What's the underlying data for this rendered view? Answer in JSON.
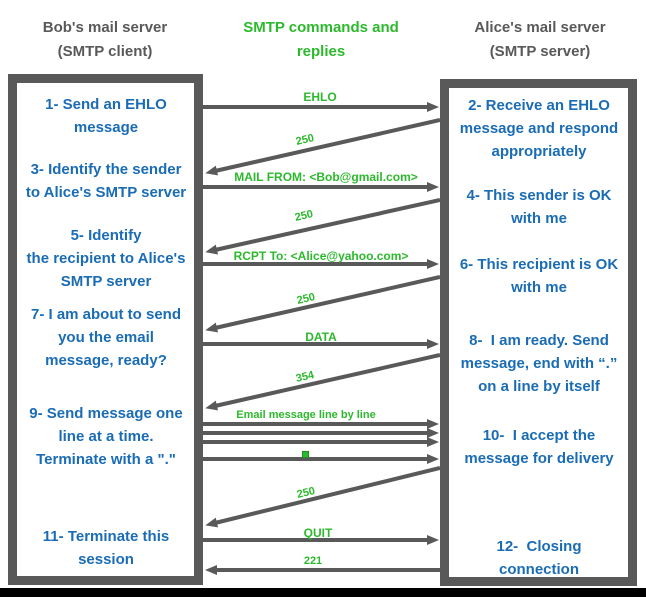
{
  "headers": {
    "left": [
      "Bob's mail server",
      "(SMTP client)"
    ],
    "center": [
      "SMTP commands and",
      "replies"
    ],
    "right": [
      "Alice's mail server",
      "(SMTP server)"
    ]
  },
  "client_box": {
    "steps": [
      {
        "lines": [
          "1- Send an EHLO",
          "message"
        ]
      },
      {
        "lines": [
          "3- Identify the sender",
          "to Alice's SMTP server"
        ]
      },
      {
        "lines": [
          "5- Identify",
          "the recipient to Alice's",
          "SMTP server"
        ]
      },
      {
        "lines": [
          "7- I am about to send",
          "you the email",
          "message, ready?"
        ]
      },
      {
        "lines": [
          "9- Send message one",
          "line at a time.",
          "Terminate with a \".\""
        ]
      },
      {
        "lines": [
          "11- Terminate this",
          "session"
        ]
      }
    ]
  },
  "server_box": {
    "steps": [
      {
        "lines": [
          "2- Receive an EHLO",
          "message and respond",
          "appropriately"
        ]
      },
      {
        "lines": [
          "4- This sender is OK",
          "with me"
        ]
      },
      {
        "lines": [
          "6- This recipient is OK",
          "with me"
        ]
      },
      {
        "lines": [
          "8-  I am ready. Send",
          "message, end with “.”",
          "on a line by itself"
        ]
      },
      {
        "lines": [
          "10-  I accept the",
          "message for delivery"
        ]
      },
      {
        "lines": [
          "12-  Closing",
          "connection"
        ]
      }
    ]
  },
  "messages": [
    {
      "label": "EHLO",
      "direction": "client-to-server"
    },
    {
      "label": "250",
      "direction": "server-to-client"
    },
    {
      "label": "MAIL FROM: <Bob@gmail.com>",
      "direction": "client-to-server"
    },
    {
      "label": "250",
      "direction": "server-to-client"
    },
    {
      "label": "RCPT To: <Alice@yahoo.com>",
      "direction": "client-to-server"
    },
    {
      "label": "250",
      "direction": "server-to-client"
    },
    {
      "label": "DATA",
      "direction": "client-to-server"
    },
    {
      "label": "354",
      "direction": "server-to-client"
    },
    {
      "label": "Email message line by line",
      "direction": "client-to-server",
      "arrow_count": 3
    },
    {
      "label": ".",
      "direction": "client-to-server",
      "rendered_as": "green-square-icon"
    },
    {
      "label": "250",
      "direction": "server-to-client"
    },
    {
      "label": "QUIT",
      "direction": "client-to-server"
    },
    {
      "label": "221",
      "direction": "server-to-client"
    }
  ],
  "colors": {
    "step_text_blue": "#1a6cb4",
    "command_green": "#2db92d",
    "structure_gray": "#595959",
    "bottom_bar_black": "#000000"
  }
}
